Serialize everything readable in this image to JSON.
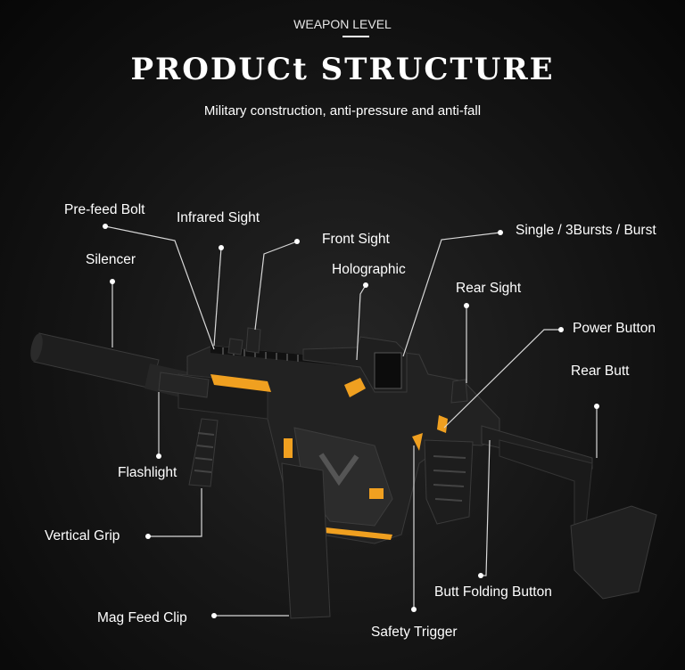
{
  "header": {
    "brand": "WEAPON LEVEL",
    "title": "PRODUCt STRUCTURE",
    "subtitle": "Military construction, anti-pressure and anti-fall"
  },
  "labels": {
    "pre_feed_bolt": "Pre-feed Bolt",
    "infrared_sight": "Infrared Sight",
    "front_sight": "Front Sight",
    "single_burst": "Single / 3Bursts / Burst",
    "silencer": "Silencer",
    "holographic": "Holographic",
    "rear_sight": "Rear Sight",
    "power_button": "Power Button",
    "rear_butt": "Rear Butt",
    "flashlight": "Flashlight",
    "vertical_grip": "Vertical Grip",
    "butt_folding_button": "Butt Folding Button",
    "mag_feed_clip": "Mag Feed Clip",
    "safety_trigger": "Safety Trigger"
  },
  "colors": {
    "background": "#141414",
    "accent": "#f0a020",
    "text": "#ffffff"
  }
}
